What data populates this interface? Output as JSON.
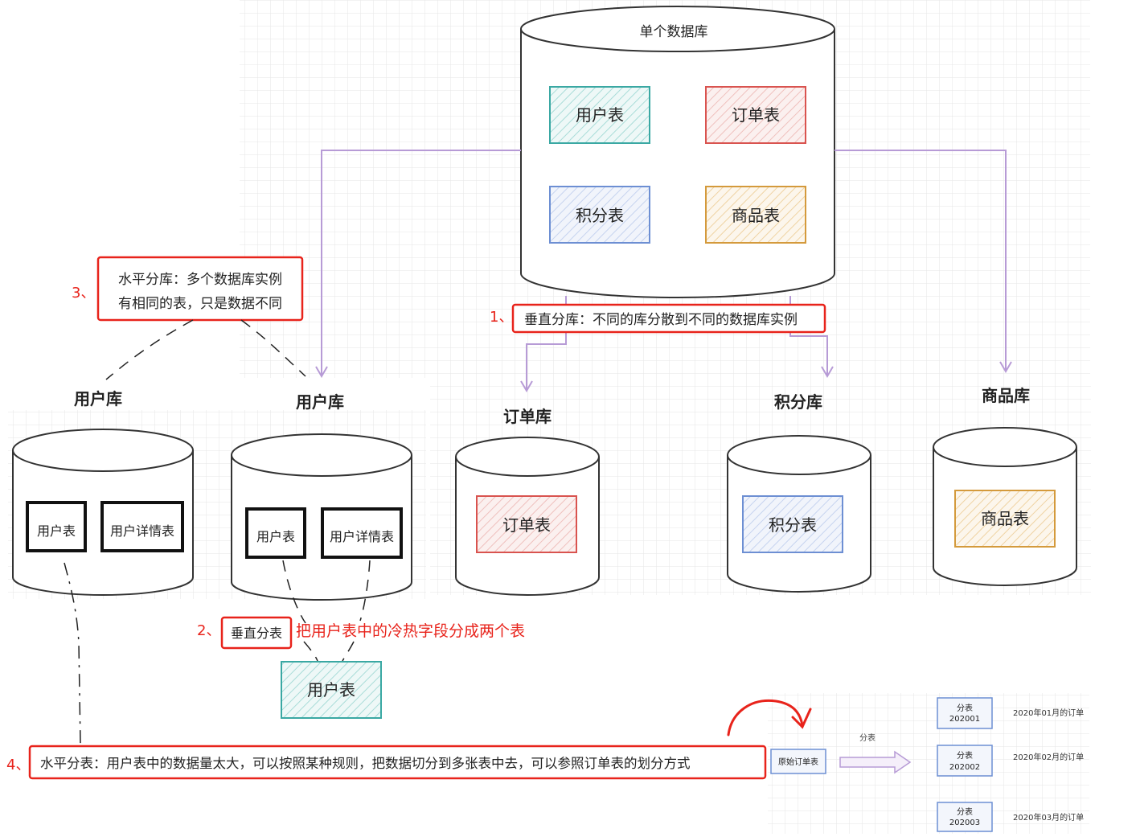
{
  "top_db": {
    "title": "单个数据库",
    "tables": [
      "用户表",
      "订单表",
      "积分表",
      "商品表"
    ]
  },
  "notes": {
    "n1_num": "1、",
    "n1_text": "垂直分库：不同的库分散到不同的数据库实例",
    "n2_num": "2、",
    "n2_text": "垂直分表",
    "n2_desc": "把用户表中的冷热字段分成两个表",
    "n3_num": "3、",
    "n3_line1": "水平分库：多个数据库实例",
    "n3_line2": "有相同的表，只是数据不同",
    "n4_num": "4、",
    "n4_text": "水平分表：用户表中的数据量太大，可以按照某种规则，把数据切分到多张表中去，可以参照订单表的划分方式"
  },
  "dbs": {
    "user1": {
      "label": "用户库",
      "t1": "用户表",
      "t2": "用户详情表"
    },
    "user2": {
      "label": "用户库",
      "t1": "用户表",
      "t2": "用户详情表"
    },
    "order": {
      "label": "订单库",
      "t1": "订单表"
    },
    "points": {
      "label": "积分库",
      "t1": "积分表"
    },
    "goods": {
      "label": "商品库",
      "t1": "商品表"
    }
  },
  "split_user_table": "用户表",
  "sharding": {
    "source": "原始订单表",
    "arrow_label": "分表",
    "shards": [
      {
        "l1": "分表",
        "l2": "202001",
        "desc": "2020年01月的订单"
      },
      {
        "l1": "分表",
        "l2": "202002",
        "desc": "2020年02月的订单"
      },
      {
        "l1": "分表",
        "l2": "202003",
        "desc": "2020年03月的订单"
      }
    ]
  },
  "colors": {
    "teal": "#3aa8a3",
    "red": "#d9534f",
    "blue": "#6d8fd3",
    "orange": "#d49a3c",
    "purple": "#b79bd6",
    "annot": "#e8231b"
  }
}
